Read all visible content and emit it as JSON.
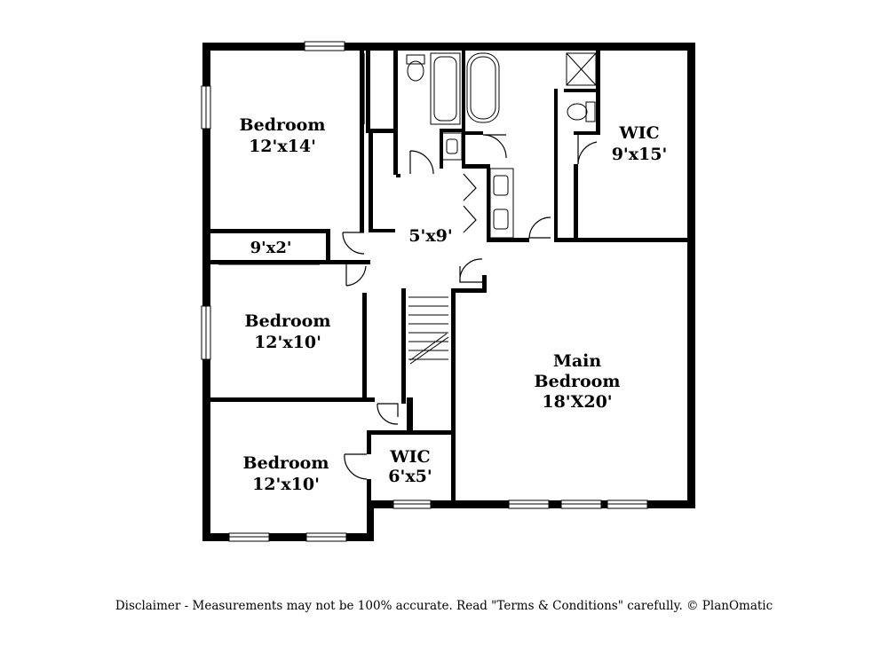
{
  "rooms": {
    "bedroom_1": {
      "name": "Bedroom",
      "size": "12'x14'"
    },
    "closet_small": {
      "size": "9'x2'"
    },
    "hall": {
      "size": "5'x9'"
    },
    "wic_main": {
      "name": "WIC",
      "size": "9'x15'"
    },
    "bedroom_2": {
      "name": "Bedroom",
      "size": "12'x10'"
    },
    "main_bedroom": {
      "name_line1": "Main",
      "name_line2": "Bedroom",
      "size": "18'X20'"
    },
    "bedroom_3": {
      "name": "Bedroom",
      "size": "12'x10'"
    },
    "wic_small": {
      "name": "WIC",
      "size": "6'x5'"
    }
  },
  "disclaimer": "Disclaimer - Measurements may not be 100% accurate. Read \"Terms & Conditions\" carefully. © PlanOmatic"
}
